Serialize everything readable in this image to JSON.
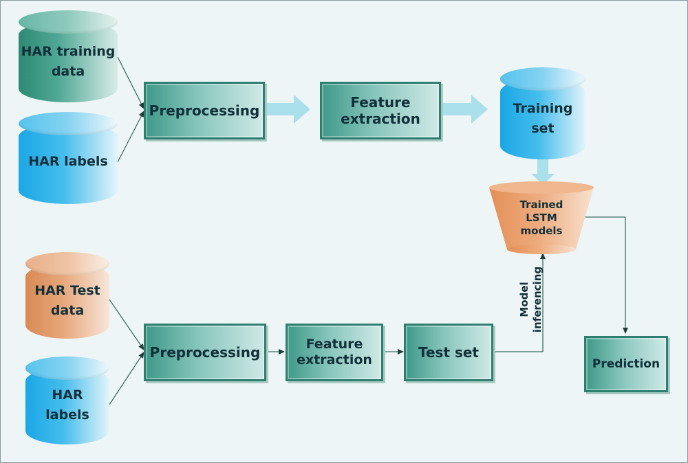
{
  "sources": {
    "har_training": {
      "line1": "HAR training",
      "line2": "data"
    },
    "har_labels_top": {
      "line1": "HAR labels"
    },
    "har_test": {
      "line1": "HAR Test",
      "line2": "data"
    },
    "har_labels_bottom": {
      "line1": "HAR",
      "line2": "labels"
    }
  },
  "train_pipeline": {
    "preprocessing": "Preprocessing",
    "feature_line1": "Feature",
    "feature_line2": "extraction",
    "training_set_line1": "Training",
    "training_set_line2": "set"
  },
  "test_pipeline": {
    "preprocessing": "Preprocessing",
    "feature_line1": "Feature",
    "feature_line2": "extraction",
    "test_set": "Test set"
  },
  "model": {
    "line1": "Trained",
    "line2": "LSTM",
    "line3": "models"
  },
  "model_inferencing": {
    "line1": "Model",
    "line2": "inferencing"
  },
  "prediction": "Prediction",
  "colors": {
    "green_cylinder": "#3f9a82",
    "blue_cylinder": "#2fb4ea",
    "orange_cylinder": "#e39b68",
    "box_border": "#2f7f70",
    "model_fill": "#eea877",
    "fat_arrow": "#a9e0ec",
    "connector": "#3c6f66"
  }
}
